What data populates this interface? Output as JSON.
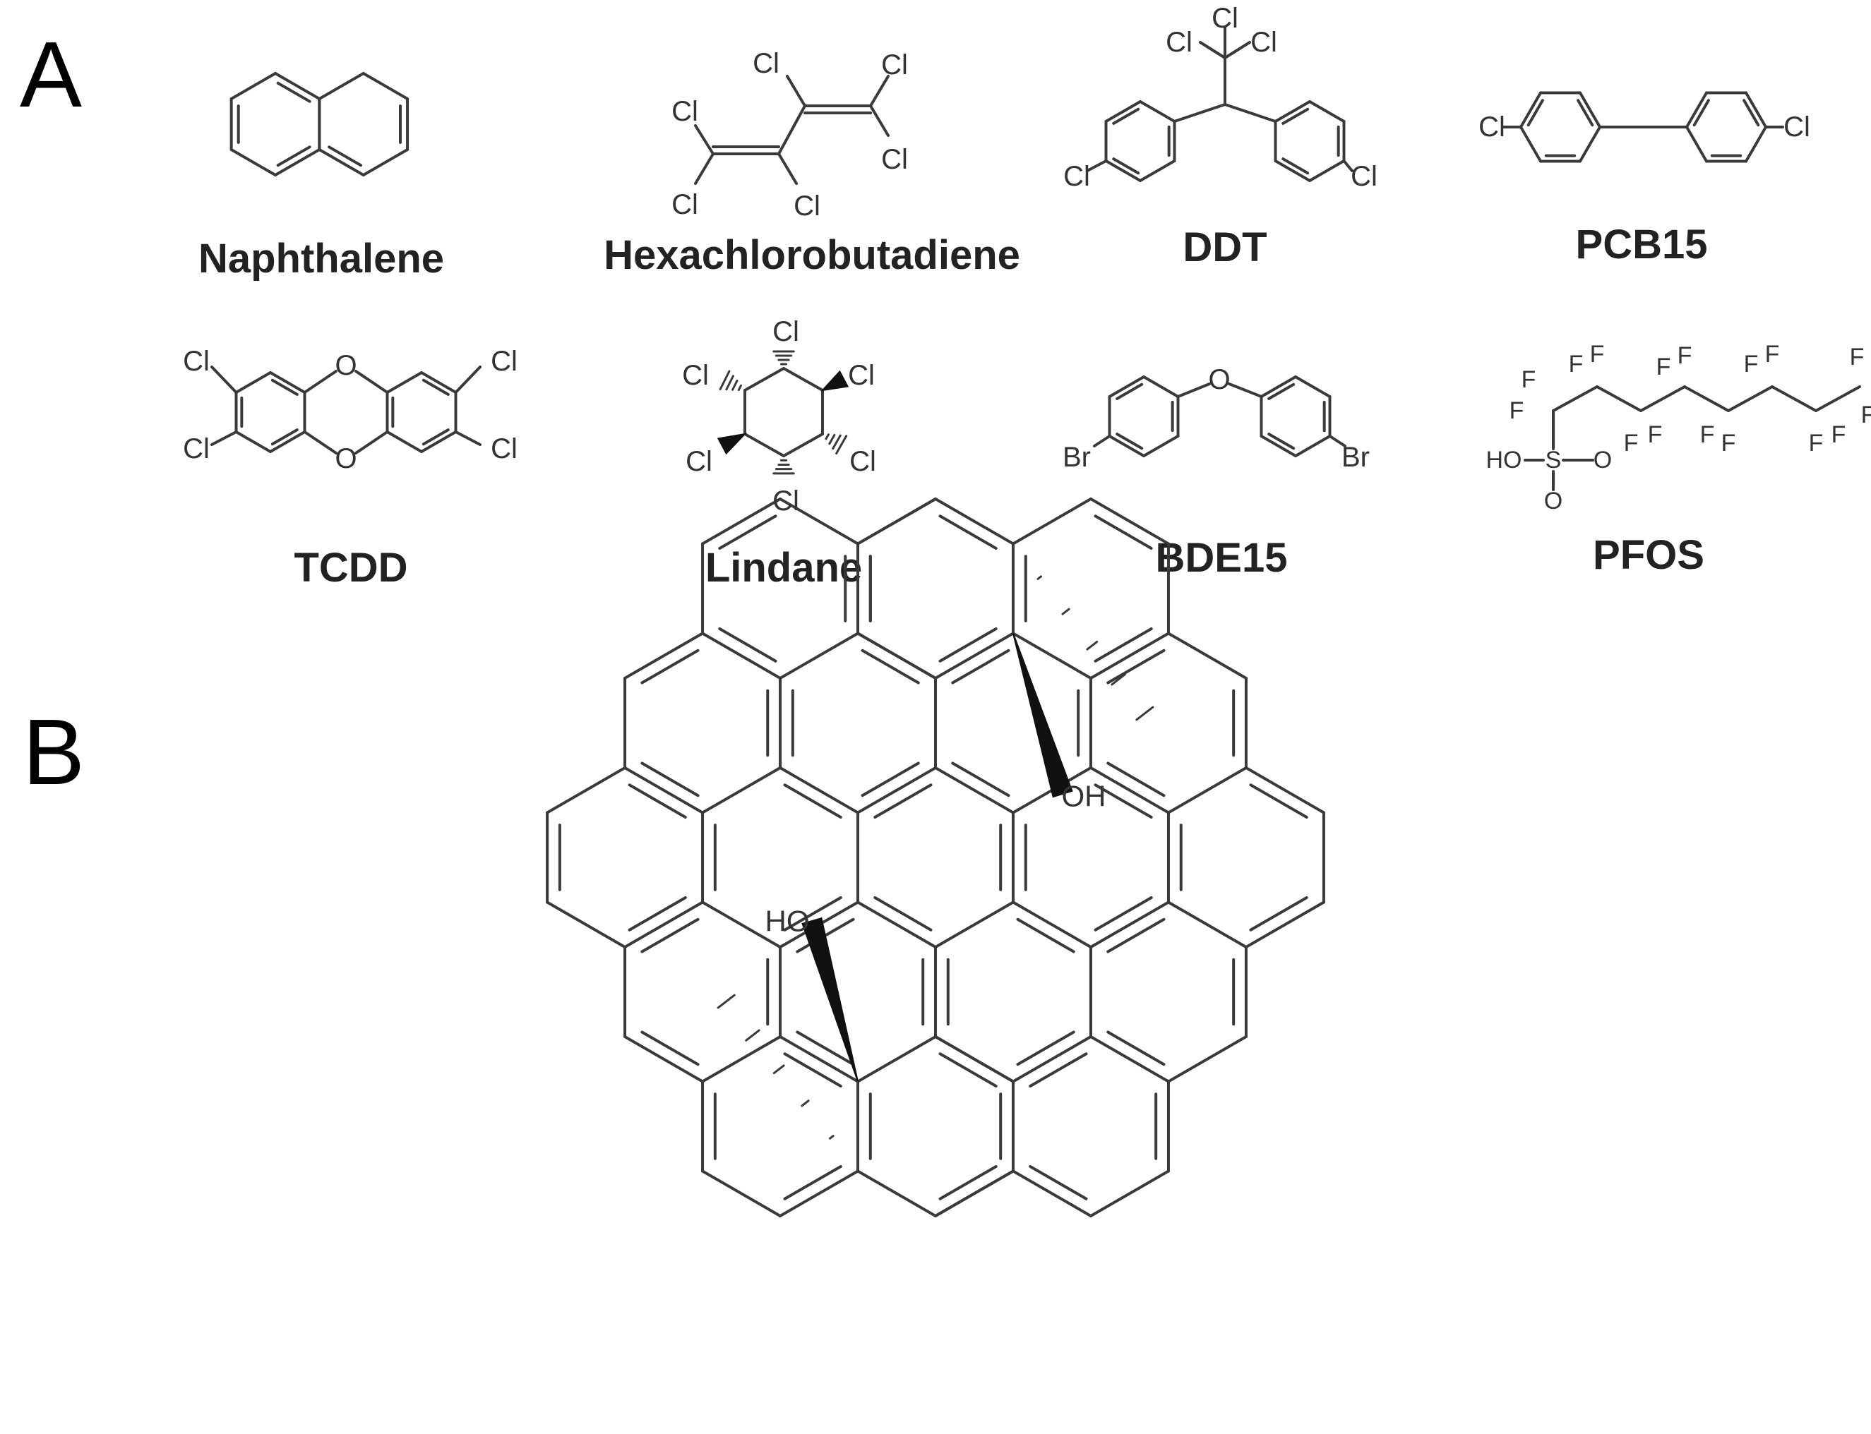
{
  "panels": {
    "a_label": "A",
    "b_label": "B"
  },
  "compounds": [
    {
      "name": "Naphthalene"
    },
    {
      "name": "Hexachlorobutadiene"
    },
    {
      "name": "DDT"
    },
    {
      "name": "PCB15"
    },
    {
      "name": "TCDD"
    },
    {
      "name": "Lindane"
    },
    {
      "name": "BDE15"
    },
    {
      "name": "PFOS"
    }
  ],
  "atoms": {
    "cl": "Cl",
    "br": "Br",
    "o": "O",
    "f": "F",
    "s": "S",
    "ho": "HO",
    "oh": "OH"
  },
  "colors": {
    "bond": "#3a3a3a",
    "text": "#222222"
  }
}
